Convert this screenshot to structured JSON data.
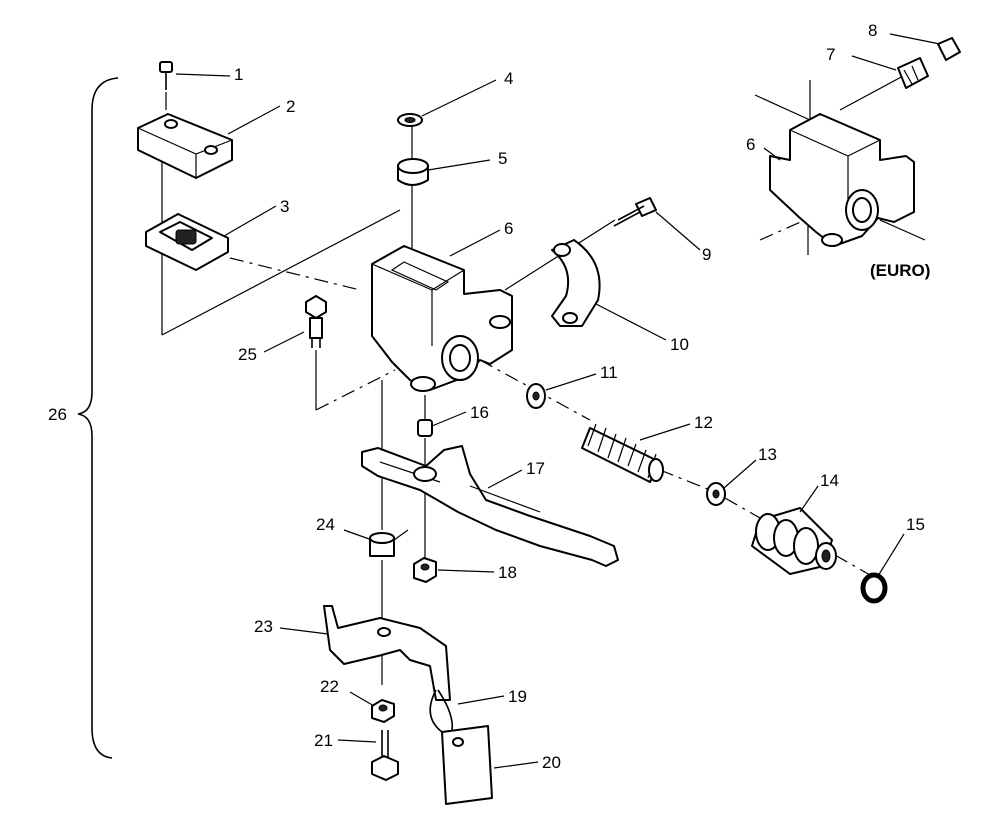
{
  "variant_label": "(EURO)",
  "callouts": {
    "c1": "1",
    "c2": "2",
    "c3": "3",
    "c4": "4",
    "c5": "5",
    "c6": "6",
    "c6b": "6",
    "c7": "7",
    "c8": "8",
    "c9": "9",
    "c10": "10",
    "c11": "11",
    "c12": "12",
    "c13": "13",
    "c14": "14",
    "c15": "15",
    "c16": "16",
    "c17": "17",
    "c18": "18",
    "c19": "19",
    "c20": "20",
    "c21": "21",
    "c22": "22",
    "c23": "23",
    "c24": "24",
    "c25": "25",
    "c26": "26"
  }
}
